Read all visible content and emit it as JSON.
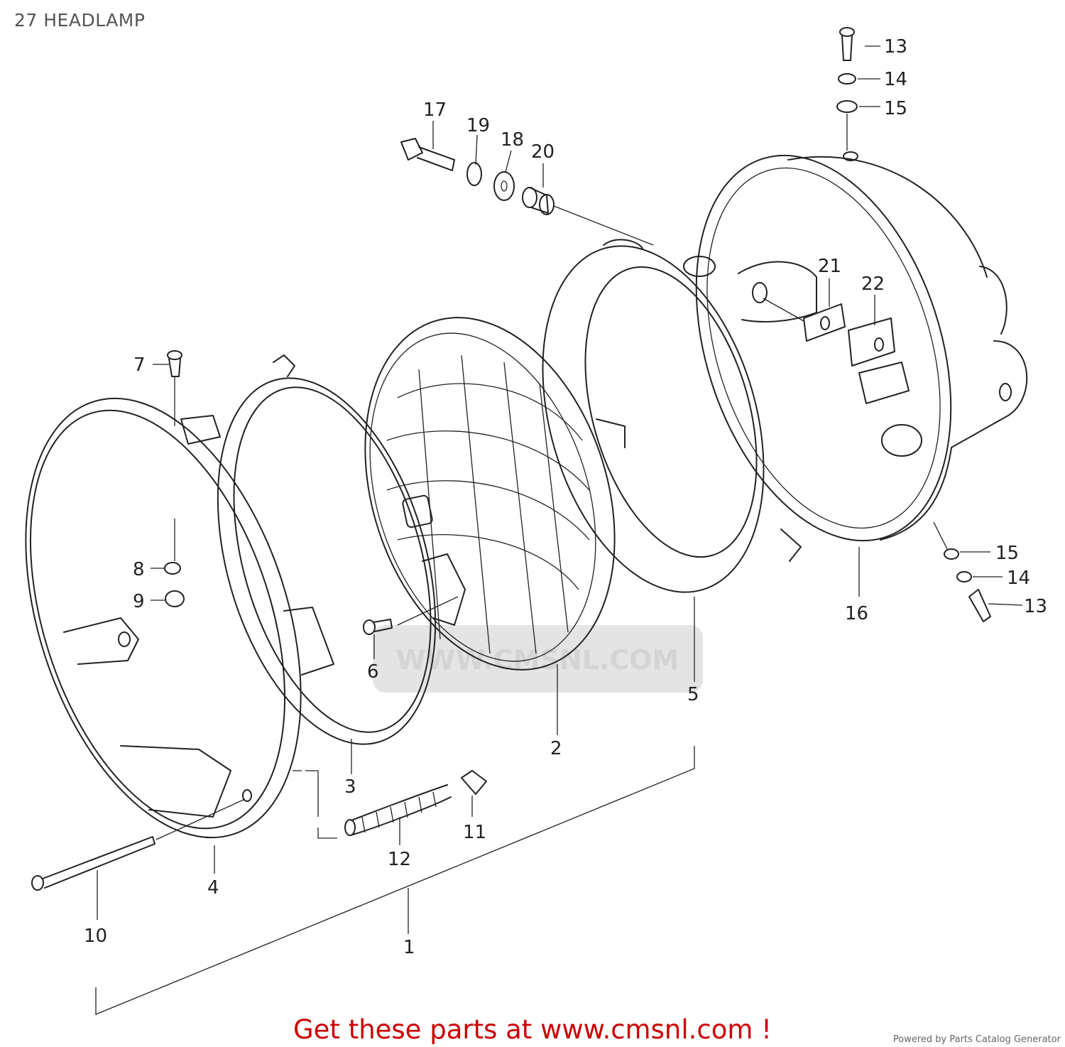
{
  "title": "27 HEADLAMP",
  "footer": {
    "cta": "Get these parts at www.cmsnl.com !",
    "powered_by": "Powered by Parts Catalog Generator"
  },
  "watermark": {
    "text": "WWW.CMSNL.COM"
  },
  "colors": {
    "cta": "#cc0000",
    "title": "#555555",
    "lines": "#222222",
    "watermark": "#d0d0d0"
  },
  "callouts": [
    {
      "id": "1",
      "label": "1"
    },
    {
      "id": "2",
      "label": "2"
    },
    {
      "id": "3",
      "label": "3"
    },
    {
      "id": "4",
      "label": "4"
    },
    {
      "id": "5",
      "label": "5"
    },
    {
      "id": "6",
      "label": "6"
    },
    {
      "id": "7",
      "label": "7"
    },
    {
      "id": "8",
      "label": "8"
    },
    {
      "id": "9",
      "label": "9"
    },
    {
      "id": "10",
      "label": "10"
    },
    {
      "id": "11",
      "label": "11"
    },
    {
      "id": "12",
      "label": "12"
    },
    {
      "id": "13a",
      "label": "13"
    },
    {
      "id": "14a",
      "label": "14"
    },
    {
      "id": "15a",
      "label": "15"
    },
    {
      "id": "16",
      "label": "16"
    },
    {
      "id": "17",
      "label": "17"
    },
    {
      "id": "18",
      "label": "18"
    },
    {
      "id": "19",
      "label": "19"
    },
    {
      "id": "20",
      "label": "20"
    },
    {
      "id": "21",
      "label": "21"
    },
    {
      "id": "22",
      "label": "22"
    },
    {
      "id": "15b",
      "label": "15"
    },
    {
      "id": "14b",
      "label": "14"
    },
    {
      "id": "13b",
      "label": "13"
    }
  ]
}
